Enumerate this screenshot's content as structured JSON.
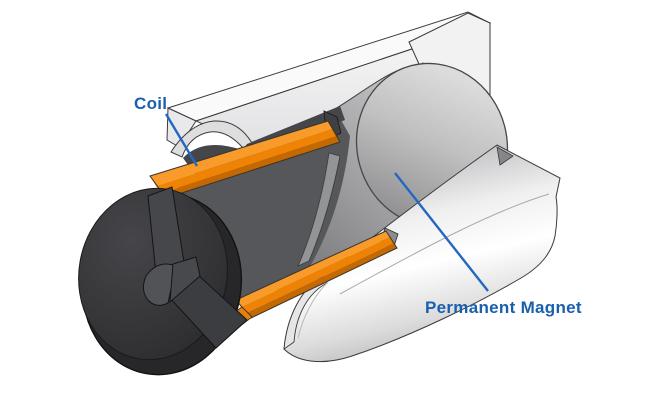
{
  "diagram": {
    "type": "cutaway-3d-illustration",
    "subject": "voice-coil-actuator-cross-section",
    "labels": {
      "coil": "Coil",
      "permanent_magnet": "Permanent Magnet"
    },
    "colors": {
      "label_text": "#1a5fae",
      "leader_line": "#2368c0",
      "coil_orange_bright": "#f89b2a",
      "coil_orange_mid": "#ef8306",
      "coil_orange_dark": "#c46802",
      "magnet_gray": "#a9a9ab",
      "housing_white": "#f2f2f3",
      "bobbin_dark": "#323234",
      "background": "#ffffff"
    },
    "parts": [
      {
        "name": "coil",
        "label": "Coil"
      },
      {
        "name": "permanent-magnet",
        "label": "Permanent Magnet"
      },
      {
        "name": "housing",
        "label": ""
      },
      {
        "name": "bobbin-end-cap",
        "label": ""
      }
    ]
  }
}
